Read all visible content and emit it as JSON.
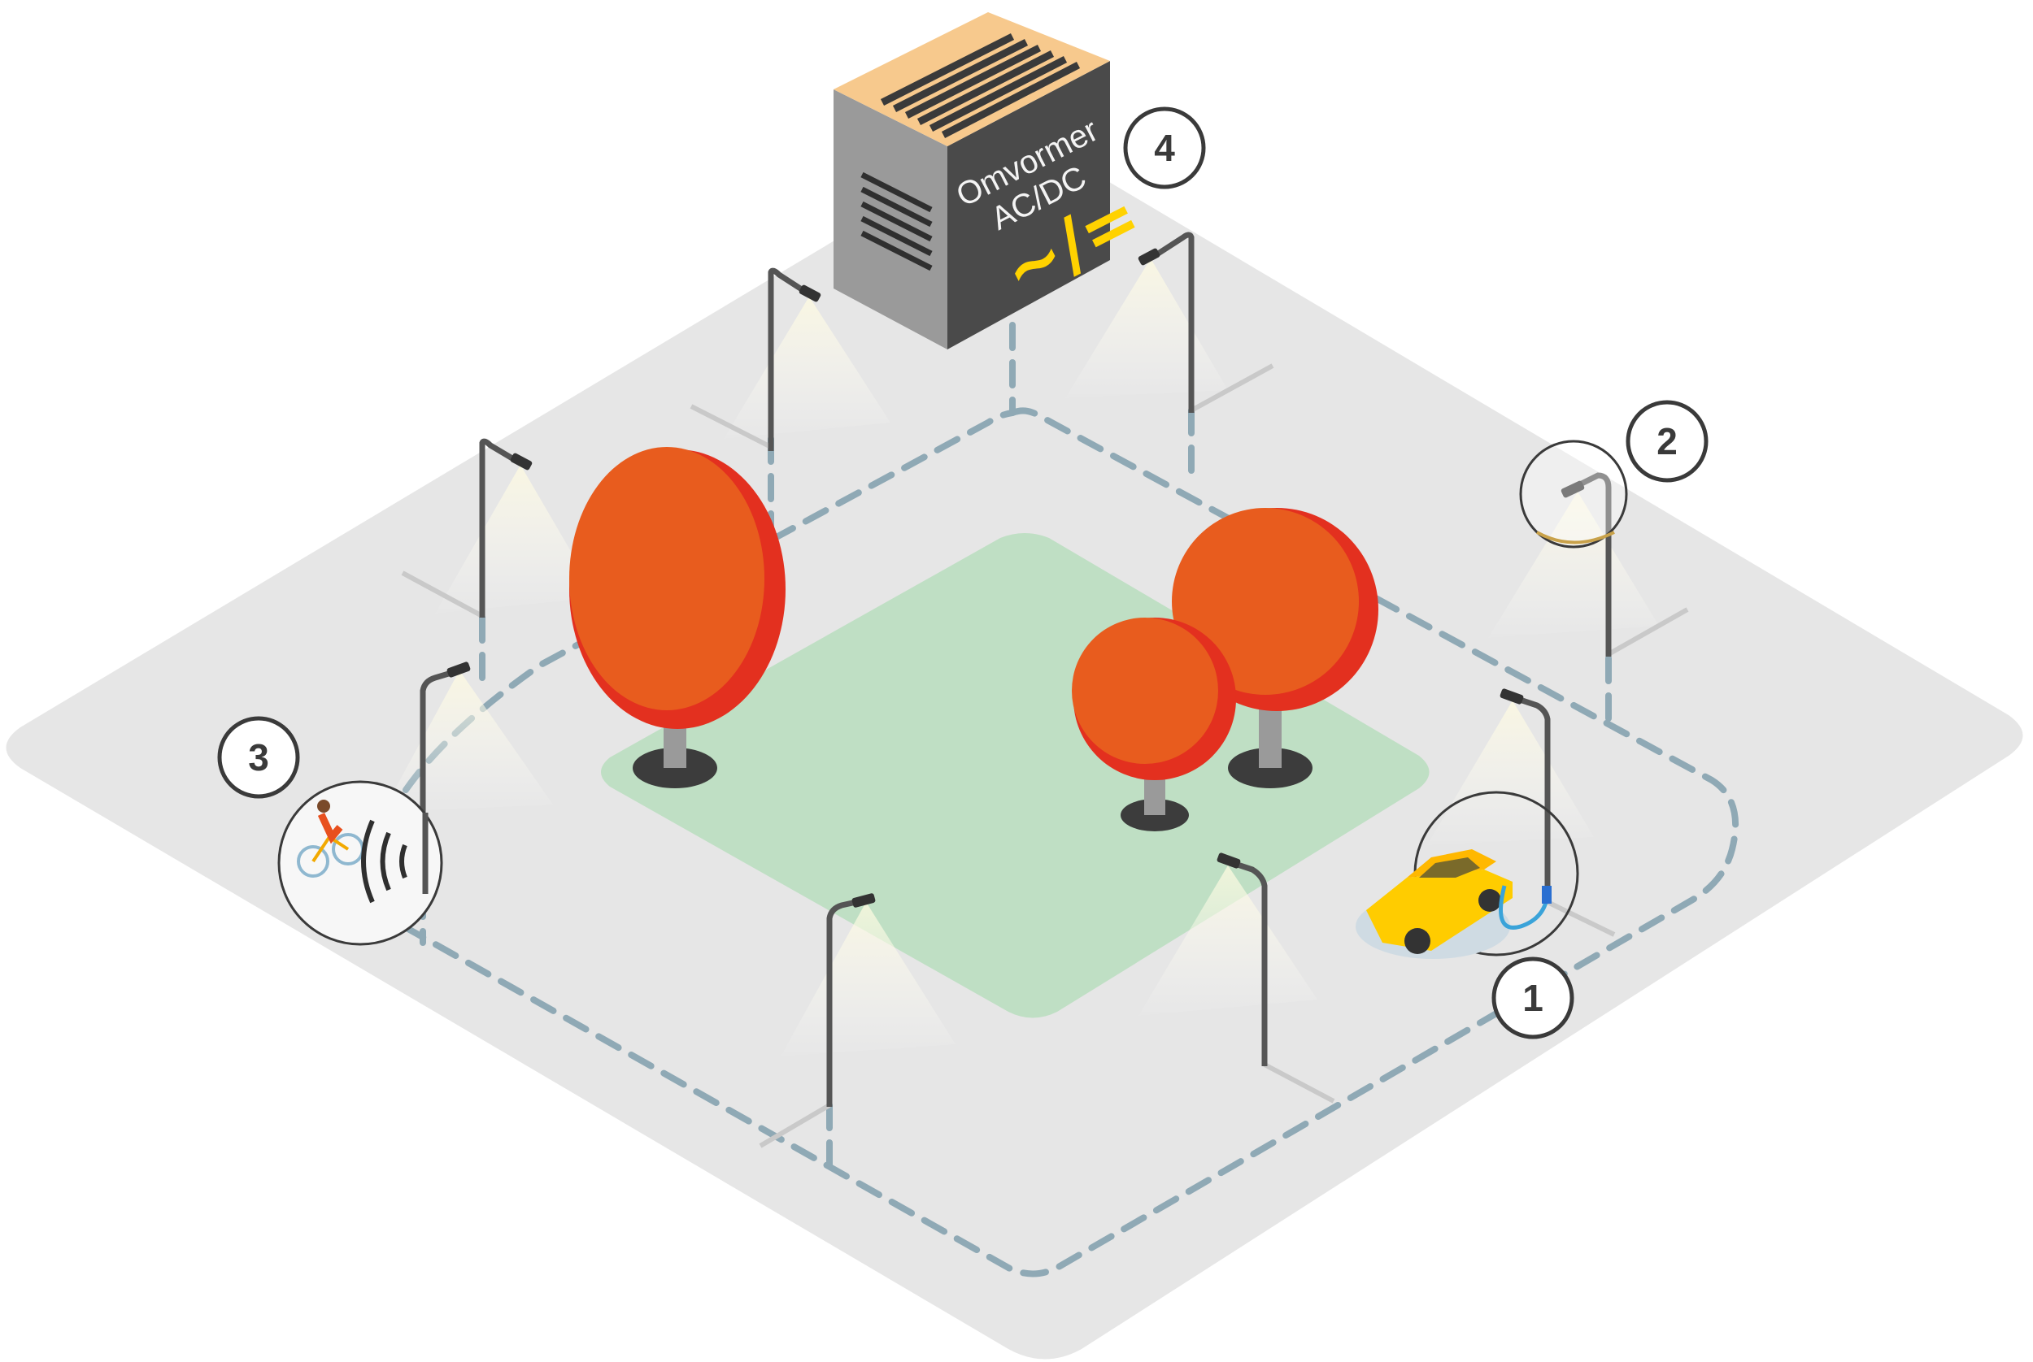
{
  "converter": {
    "line1": "Omvormer",
    "line2": "AC/DC",
    "symbol": "~/="
  },
  "badges": [
    {
      "number": "1",
      "meaning": "EV charging at street light"
    },
    {
      "number": "2",
      "meaning": "Street light"
    },
    {
      "number": "3",
      "meaning": "Cyclist detection sensor"
    },
    {
      "number": "4",
      "meaning": "AC/DC converter"
    }
  ],
  "colors": {
    "ground": "#e6e6e6",
    "lawn": "#bfdfc4",
    "tree_canopy": "#e85c1e",
    "tree_shadow": "#e3301f",
    "dc_cable": "#8fa9b5",
    "car": "#ffcc00",
    "converter_accent": "#ffd200",
    "converter_top": "#f7c98d",
    "converter_side": "#9a9a9a",
    "converter_front": "#4a4a4a"
  }
}
